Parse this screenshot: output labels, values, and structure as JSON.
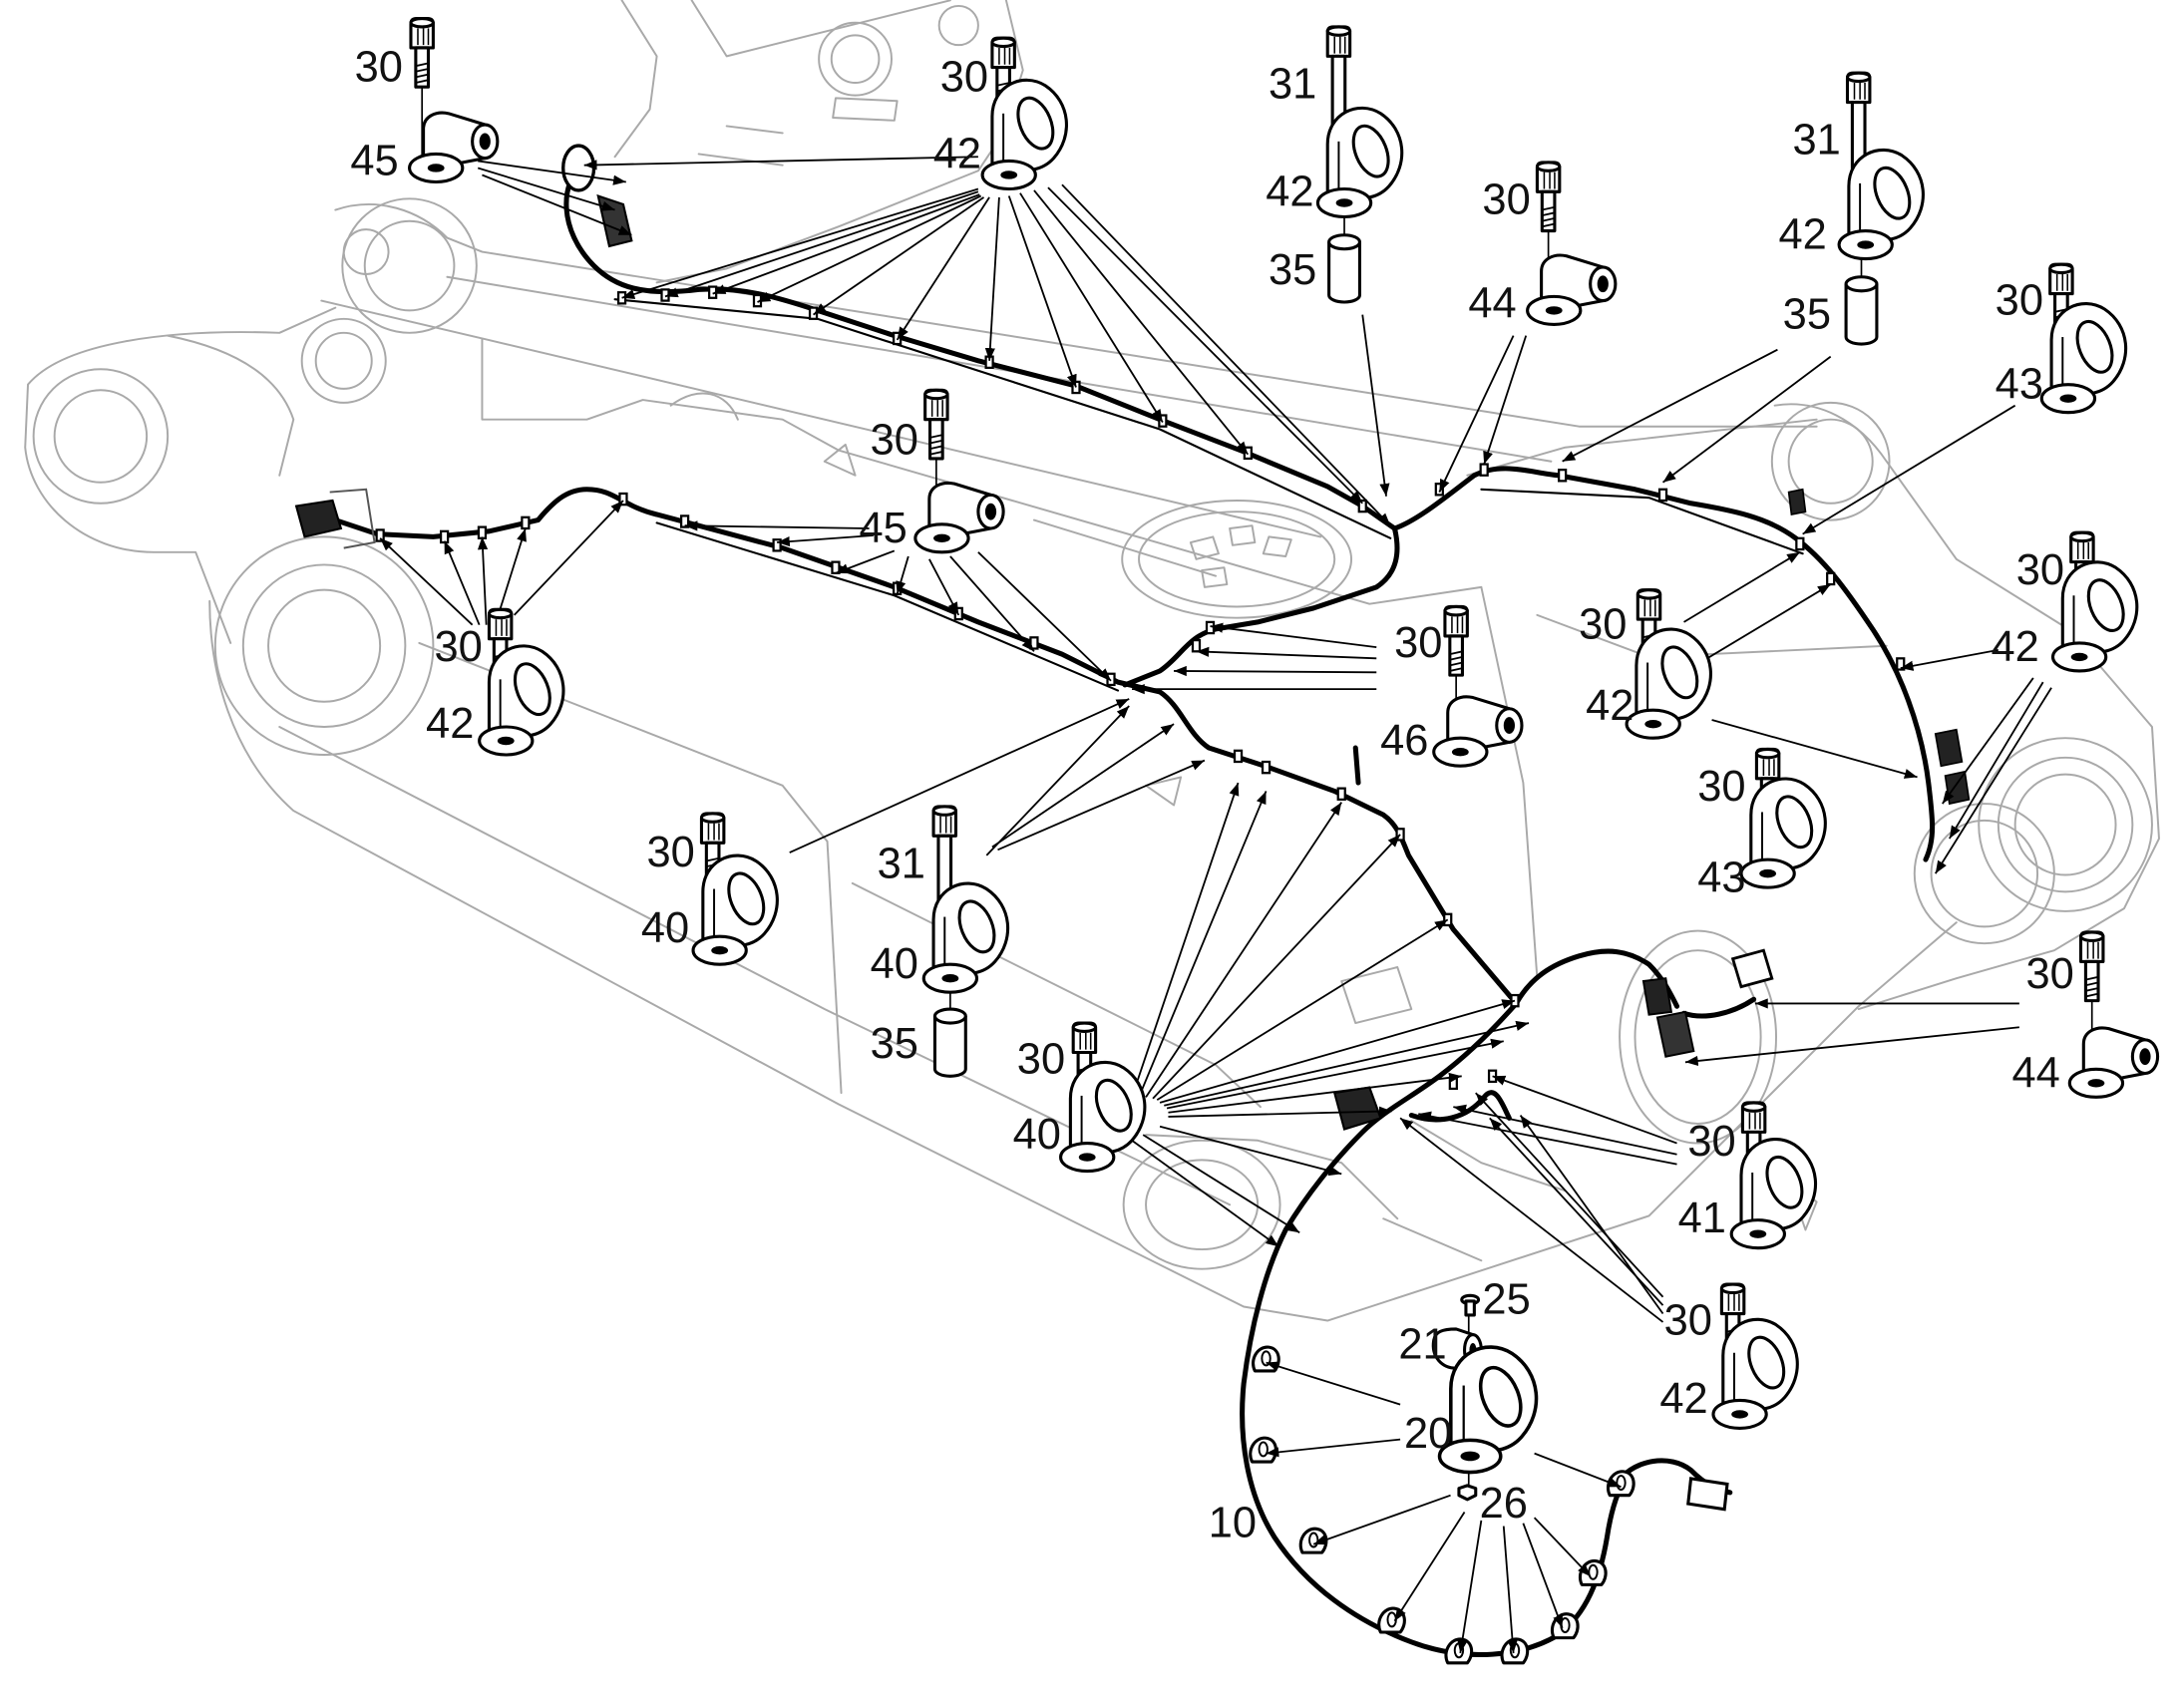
{
  "diagram": {
    "callouts": [
      "30",
      "45",
      "30",
      "42",
      "31",
      "42",
      "35",
      "30",
      "44",
      "31",
      "42",
      "35",
      "30",
      "43",
      "30",
      "45",
      "30",
      "42",
      "30",
      "46",
      "30",
      "42",
      "30",
      "42",
      "30",
      "43",
      "30",
      "40",
      "31",
      "40",
      "35",
      "30",
      "40",
      "30",
      "44",
      "30",
      "41",
      "30",
      "42",
      "25",
      "21",
      "20",
      "26",
      "10"
    ],
    "colors": {
      "frame": "#a9a9a9",
      "harness": "#000000",
      "background": "#ffffff"
    }
  }
}
